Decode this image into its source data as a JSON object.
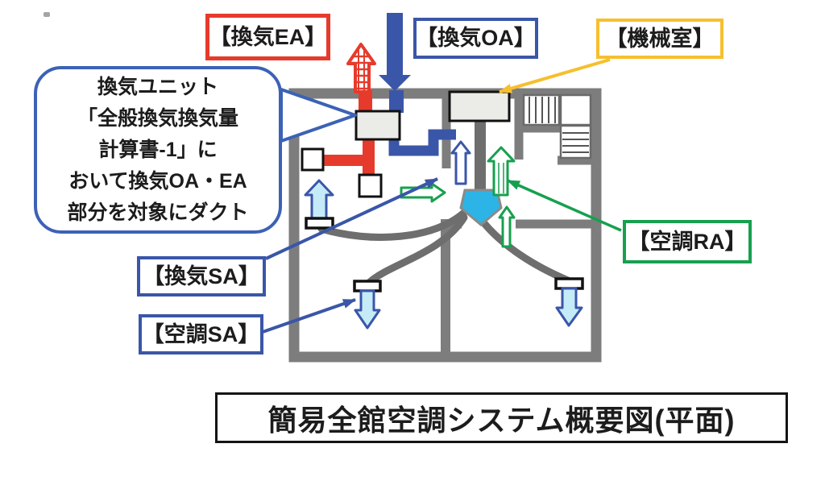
{
  "title": "簡易全館空調システム概要図(平面)",
  "labels": {
    "ventilation_ea": "【換気EA】",
    "ventilation_oa": "【換気OA】",
    "machine_room": "【機械室】",
    "ventilation_sa": "【換気SA】",
    "ac_sa": "【空調SA】",
    "ac_ra": "【空調RA】"
  },
  "speech_bubble": {
    "text": "換気ユニット\n「全般換気換気量\n計算書-1」に\nおいて換気OA・EA\n部分を対象にダクト"
  },
  "colors": {
    "red": "#e63b2c",
    "blue": "#3a56a8",
    "bubble-blue": "#3c62b5",
    "yellow": "#f6bf2e",
    "green": "#17a04f",
    "cyan": "#2cb4e6",
    "lt-cyan": "#c6ebf8",
    "wall": "#7d7d7d",
    "duct": "#6e6e6e",
    "unit-fill": "#ebebe8",
    "text": "#1c1c1c"
  }
}
